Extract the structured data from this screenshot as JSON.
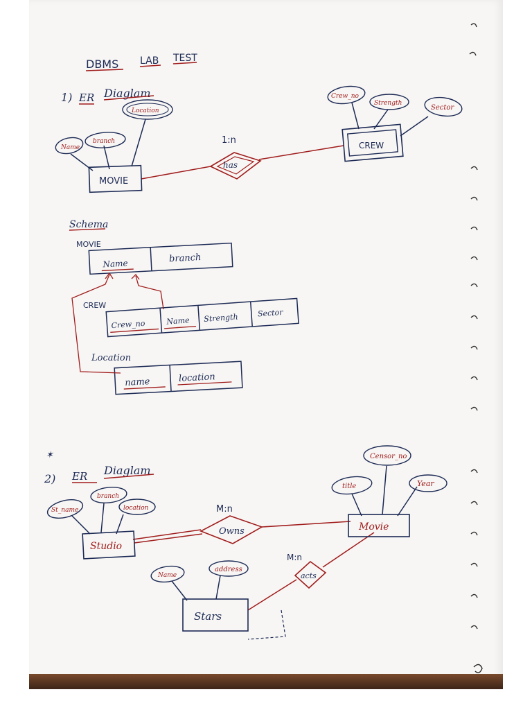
{
  "title": {
    "dbms": "DBMS",
    "lab": "LAB",
    "test": "TEST"
  },
  "q1": {
    "number": "1)",
    "heading_a": "ER",
    "heading_b": "Diaglam",
    "er": {
      "entity_movie": "MOVIE",
      "entity_crew": "CREW",
      "relationship": "has",
      "cardinality": "1:n",
      "attr_name": "Name",
      "attr_branch": "branch",
      "attr_location": "Location",
      "attr_crew_no": "Crew_no",
      "attr_strength": "Strength",
      "attr_sector": "Sector"
    },
    "schema": {
      "heading": "Schema",
      "movie_label": "MOVIE",
      "movie_cols": [
        "Name",
        "branch"
      ],
      "crew_label": "CREW",
      "crew_cols": [
        "Crew_no",
        "Name",
        "Strength",
        "Sector"
      ],
      "location_label": "Location",
      "location_cols": [
        "name",
        "location"
      ]
    }
  },
  "q2": {
    "number": "2)",
    "heading_a": "ER",
    "heading_b": "Diaglam",
    "er": {
      "entity_studio": "Studio",
      "entity_movie": "Movie",
      "entity_stars": "Stars",
      "rel_owns": "Owns",
      "rel_owns_card": "M:n",
      "rel_acts": "acts",
      "rel_acts_card": "M:n",
      "attr_st_name": "St_name",
      "attr_branch": "branch",
      "attr_location": "location",
      "attr_title": "title",
      "attr_censor_no": "Censor_no",
      "attr_year": "Year",
      "attr_name": "Name",
      "attr_address": "address"
    }
  },
  "colors": {
    "ink": "#1d2a55",
    "red_ink": "#a01c1c",
    "paper": "#f7f6f4"
  }
}
